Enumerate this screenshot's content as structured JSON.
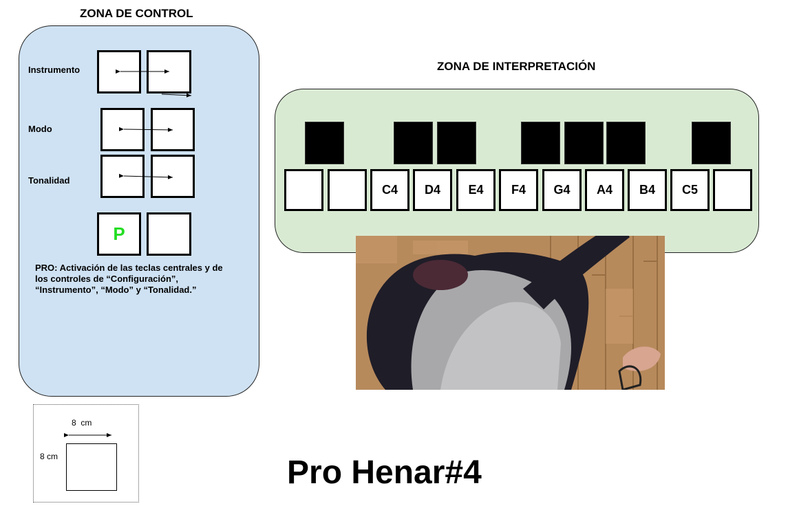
{
  "control_zone": {
    "title": "ZONA DE CONTROL",
    "rows": [
      {
        "label": "Instrumento"
      },
      {
        "label": "Modo"
      },
      {
        "label": "Tonalidad"
      }
    ],
    "pro_button_label": "P",
    "pro_button_color": "#22dd22",
    "description": "PRO: Activación de las teclas centrales y de los controles de “Configuración”, “Instrumento”, “Modo” y “Tonalidad.”",
    "background": "#cfe2f3"
  },
  "performance_zone": {
    "title": "ZONA DE INTERPRETACIÓN",
    "background": "#d9ead3",
    "white_keys": [
      "",
      "",
      "C4",
      "D4",
      "E4",
      "F4",
      "G4",
      "A4",
      "B4",
      "C5",
      ""
    ],
    "black_key_count": 7
  },
  "scale_legend": {
    "width_label": "8  cm",
    "height_label": "8 cm"
  },
  "footer_title": "Pro Henar#4",
  "photo": {
    "icon": "person-photo"
  }
}
